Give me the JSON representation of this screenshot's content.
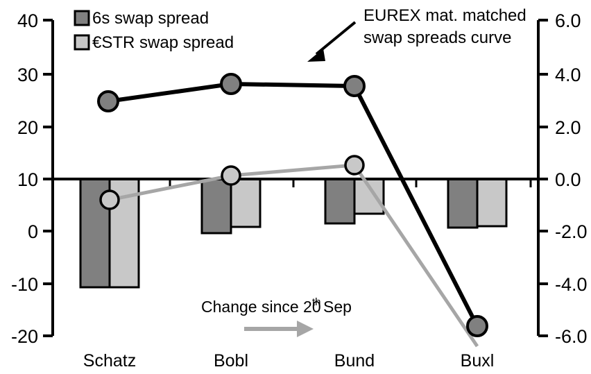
{
  "chart_data": {
    "type": "bar",
    "title": "",
    "xlabel": "",
    "categories": [
      "Schatz",
      "Bobl",
      "Bund",
      "Buxl"
    ],
    "left_axis": {
      "label": "",
      "ticks": [
        "40",
        "30",
        "20",
        "10",
        "0",
        "-10",
        "-20"
      ],
      "values": [
        40,
        30,
        20,
        10,
        0,
        -10,
        -20
      ],
      "ylim": [
        -20,
        40
      ],
      "applies_to": "EUREX mat. matched swap spreads curve"
    },
    "right_axis": {
      "label": "",
      "ticks": [
        "6.0",
        "4.0",
        "2.0",
        "0.0",
        "-2.0",
        "-4.0",
        "-6.0"
      ],
      "values": [
        6.0,
        4.0,
        2.0,
        0.0,
        -2.0,
        -4.0,
        -6.0
      ],
      "ylim": [
        -6.0,
        6.0
      ],
      "applies_to": "bars and change-since markers"
    },
    "grid": false,
    "zero_line": 0.0,
    "series": [
      {
        "name": "6s swap spread",
        "kind": "bar",
        "axis": "right",
        "color": "#808080",
        "values": [
          -4.3,
          -1.95,
          -1.75,
          -1.9
        ]
      },
      {
        "name": "€STR swap spread",
        "kind": "bar",
        "axis": "right",
        "color": "#c8c8c8",
        "values": [
          -4.3,
          -1.7,
          -1.35,
          -1.85
        ]
      },
      {
        "name": "EUREX mat. matched swap spreads curve",
        "kind": "line",
        "axis": "left",
        "color": "#000000",
        "marker_fill": "#808080",
        "values": [
          24.5,
          28.0,
          27.4,
          -18.0
        ]
      },
      {
        "name": "€STR swap spread change since 20th Sep",
        "kind": "line",
        "axis": "right",
        "color": "#a6a6a6",
        "marker_fill": "#c8c8c8",
        "values": [
          -0.82,
          0.14,
          0.55,
          -6.6
        ]
      }
    ],
    "legend": {
      "position": "top-left",
      "entries": [
        {
          "label": "6s swap spread",
          "color": "#808080"
        },
        {
          "label": "€STR swap spread",
          "color": "#c8c8c8"
        }
      ]
    },
    "annotations": [
      {
        "name": "eurex-curve-annotation",
        "line1": "EUREX mat. matched",
        "line2": "swap spreads curve",
        "arrow": "down-left"
      },
      {
        "name": "change-since-note",
        "text_before": "Change since 20",
        "superscript": "th",
        "text_after": " Sep",
        "arrow": "right"
      }
    ]
  }
}
